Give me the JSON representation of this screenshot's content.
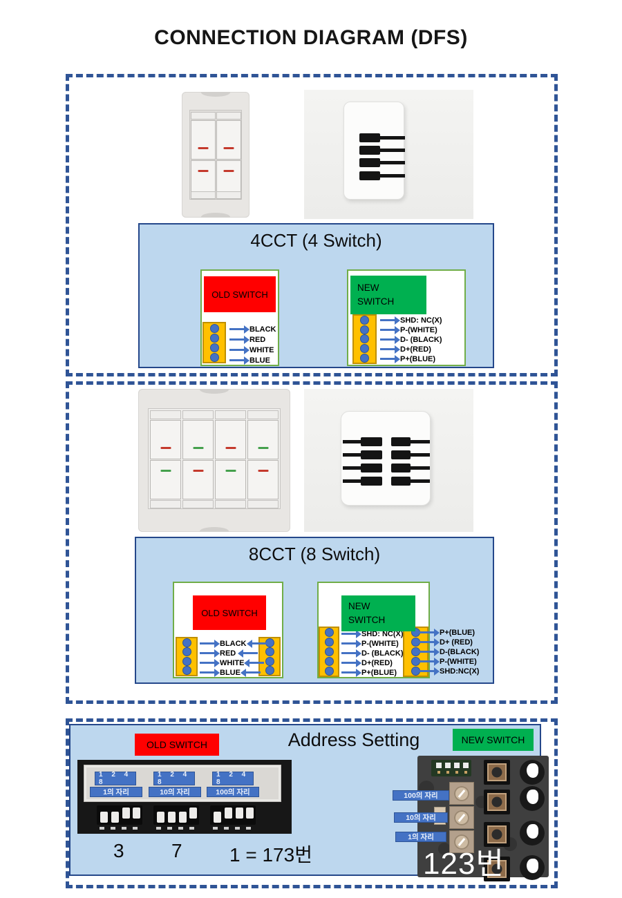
{
  "title": "CONNECTION DIAGRAM (DFS)",
  "colors": {
    "dash_blue": "#2F5496",
    "panel_blue": "#BDD7EE",
    "old_red": "#FF0000",
    "new_green": "#00B050",
    "connector_orange": "#FFC000",
    "pin_blue": "#4472C4",
    "box_border_green": "#70AD47"
  },
  "section_4cct": {
    "header": "4CCT (4 Switch)",
    "old_switch": {
      "label": "OLD SWITCH",
      "wires": [
        "BLACK",
        "RED",
        "WHITE",
        "BLUE"
      ]
    },
    "new_switch": {
      "label_line1": "NEW",
      "label_line2": "SWITCH",
      "wires": [
        "SHD: NC(X)",
        "P-(WHITE)",
        "D- (BLACK)",
        "D+(RED)",
        "P+(BLUE)"
      ]
    }
  },
  "section_8cct": {
    "header": "8CCT (8 Switch)",
    "old_switch": {
      "label": "OLD SWITCH",
      "wires": [
        "BLACK",
        "RED",
        "WHITE",
        "BLUE"
      ]
    },
    "new_switch": {
      "label_line1": "NEW",
      "label_line2": "SWITCH",
      "wires_inner": [
        "SHD: NC(X)",
        "P-(WHITE)",
        "D- (BLACK)",
        "D+(RED)",
        "P+(BLUE)"
      ],
      "wires_outer": [
        "P+(BLUE)",
        "D+ (RED)",
        "D-(BLACK)",
        "P-(WHITE)",
        "SHD:NC(X)"
      ]
    }
  },
  "section_address": {
    "title": "Address Setting",
    "old_switch_label": "OLD SWITCH",
    "new_switch_label": "NEW SWITCH",
    "dip_bits": "1 2 4 8",
    "old_digit_labels": [
      "1의 자리",
      "10의 자리",
      "100의 자리"
    ],
    "old_values": {
      "ones": "3",
      "tens": "7",
      "rest": "1 = 173번"
    },
    "new_digit_labels": [
      "100의 자리",
      "10의 자리",
      "1의 자리"
    ],
    "new_value": "123번"
  }
}
